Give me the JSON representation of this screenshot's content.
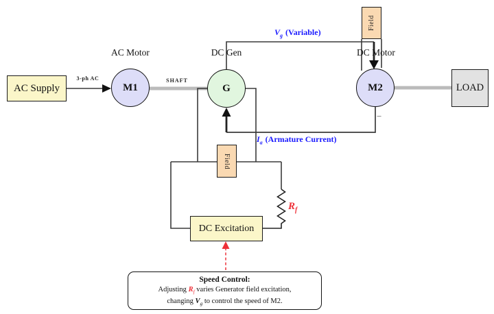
{
  "colors": {
    "box_yellow": "#FBF6C9",
    "motor_fill": "#DDDDF8",
    "generator_fill": "#E1F6DF",
    "field_fill": "#FAD9B2",
    "load_fill": "#E2E2E2",
    "wire": "#3A3A3A",
    "shaft_gray": "#BBBBBB",
    "signal_blue": "#1A1AFF",
    "control_red": "#EE3038"
  },
  "blocks": {
    "ac_supply": "AC Supply",
    "load": "LOAD",
    "dc_excitation": "DC Excitation",
    "field_generator": "Field",
    "field_motor": "Field"
  },
  "machines": {
    "m1": {
      "symbol": "M1",
      "caption": "AC Motor"
    },
    "g": {
      "symbol": "G",
      "caption": "DC Gen"
    },
    "m2": {
      "symbol": "M2",
      "caption": "DC Motor"
    }
  },
  "labels": {
    "supply_feed": "3-ph AC",
    "shaft": "SHAFT",
    "vg": {
      "sym": "V",
      "sub": "g",
      "rest": "(Variable)"
    },
    "ia": {
      "sym": "I",
      "sub": "a",
      "rest": "(Armature Current)"
    },
    "rf": {
      "sym": "R",
      "sub": "f"
    },
    "minus": "−"
  },
  "note": {
    "title": "Speed Control:",
    "line2": {
      "pre": "Adjusting ",
      "sym": "R",
      "sub": "f",
      "post": " varies Generator field excitation,"
    },
    "line3": {
      "pre": "changing ",
      "sym": "V",
      "sub": "g",
      "post": " to control the speed of M2."
    }
  }
}
